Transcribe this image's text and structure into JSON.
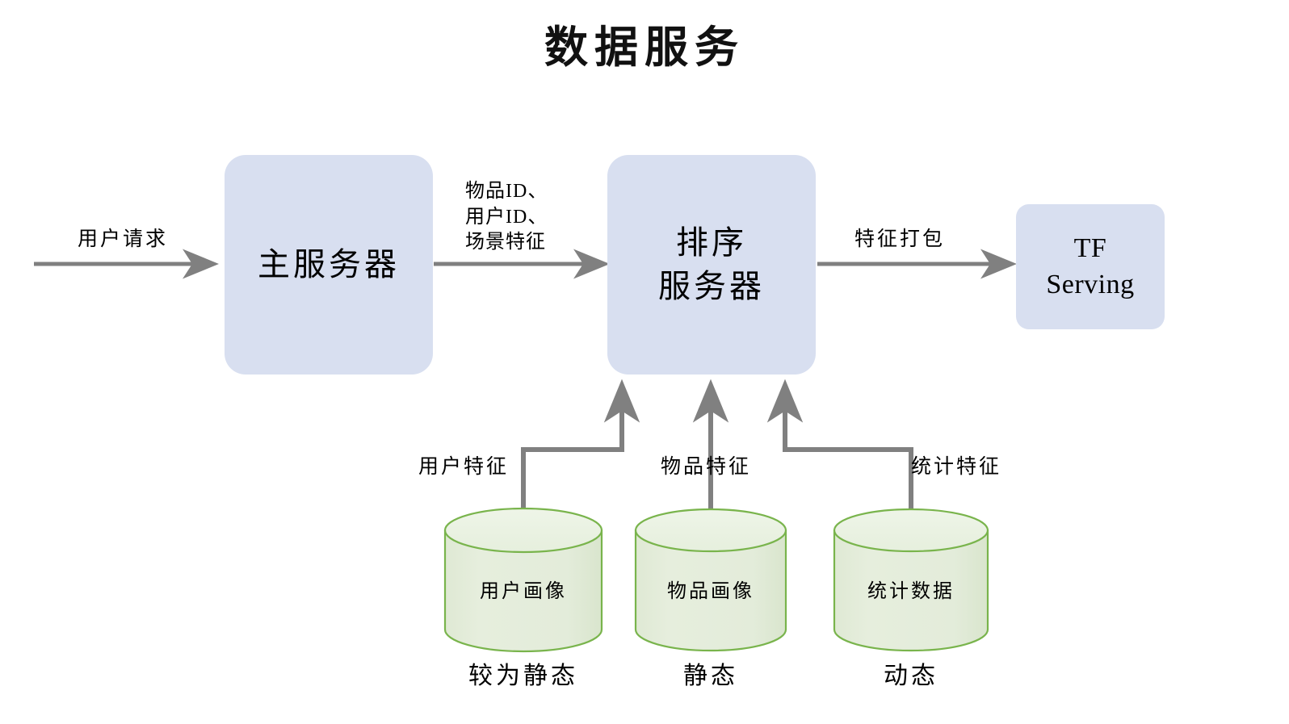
{
  "title": "数据服务",
  "colors": {
    "node_fill": "#d8dff0",
    "db_body_fill": "#e3ecda",
    "db_top_fill": "#edf4e6",
    "db_stroke": "#79b44c",
    "edge_stroke": "#808080",
    "text": "#000000",
    "background": "#ffffff"
  },
  "nodes": [
    {
      "id": "main-server",
      "label": "主服务器",
      "type": "rounded-box"
    },
    {
      "id": "ranking-server",
      "label": "排序\n服务器",
      "type": "rounded-box"
    },
    {
      "id": "tf-serving",
      "label": "TF\nServing",
      "type": "rounded-box"
    }
  ],
  "datastores": [
    {
      "id": "user-profile",
      "label": "用户画像",
      "caption": "较为静态"
    },
    {
      "id": "item-profile",
      "label": "物品画像",
      "caption": "静态"
    },
    {
      "id": "stats-data",
      "label": "统计数据",
      "caption": "动态"
    }
  ],
  "edges": [
    {
      "id": "request-edge",
      "label": "用户请求",
      "from": "client",
      "to": "main-server"
    },
    {
      "id": "ids-edge",
      "label": "物品ID、\n用户ID、\n场景特征",
      "from": "main-server",
      "to": "ranking-server"
    },
    {
      "id": "feature-pack-edge",
      "label": "特征打包",
      "from": "ranking-server",
      "to": "tf-serving"
    },
    {
      "id": "user-feature-edge",
      "label": "用户特征",
      "from": "user-profile",
      "to": "ranking-server"
    },
    {
      "id": "item-feature-edge",
      "label": "物品特征",
      "from": "item-profile",
      "to": "ranking-server"
    },
    {
      "id": "stat-feature-edge",
      "label": "统计特征",
      "from": "stats-data",
      "to": "ranking-server"
    }
  ]
}
